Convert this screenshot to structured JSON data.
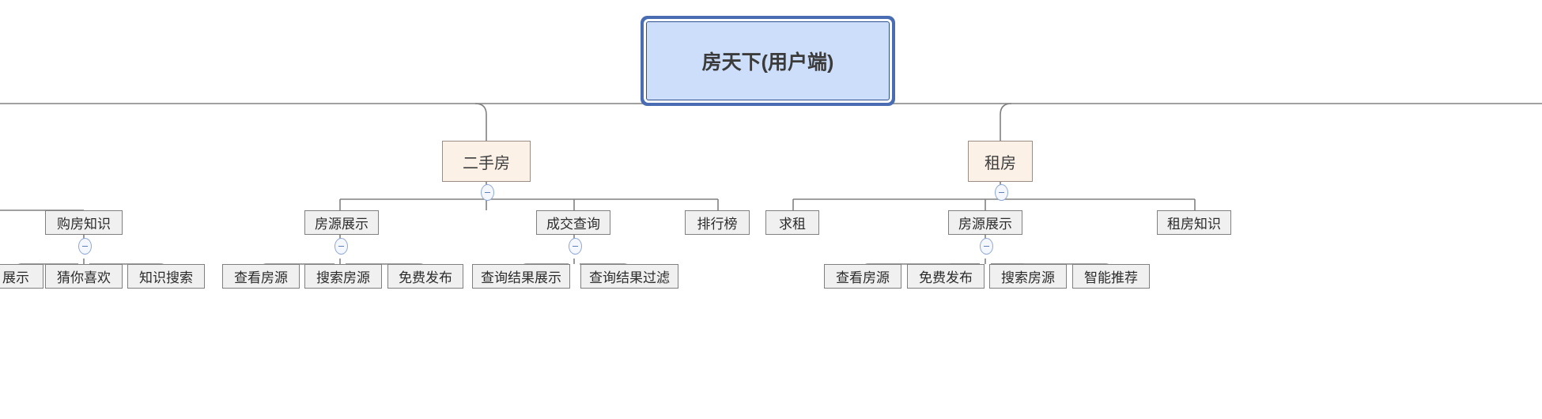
{
  "diagram": {
    "type": "mindmap-tree",
    "title": "房天下(用户端)",
    "orientation": "top-down",
    "background": "#ffffff",
    "colors": {
      "root_fill": "#cddefa",
      "root_border": "#4a6cb3",
      "category_fill": "#fcf1e7",
      "category_border": "#9a8d83",
      "node_fill": "#f0f0f0",
      "node_border": "#808080",
      "connector": "#808080",
      "toggle_border": "#8fa8d6",
      "toggle_fill": "#f4f7fd",
      "text": "#3a3a3a"
    }
  },
  "root": {
    "label": "房天下(用户端)"
  },
  "categories": [
    {
      "label": "二手房"
    },
    {
      "label": "租房"
    }
  ],
  "branches": [
    {
      "label": "购房知识"
    },
    {
      "label": "房源展示"
    },
    {
      "label": "成交查询"
    },
    {
      "label": "排行榜"
    },
    {
      "label": "求租"
    },
    {
      "label": "房源展示"
    },
    {
      "label": "租房知识"
    }
  ],
  "leaves": [
    {
      "label": "展示"
    },
    {
      "label": "猜你喜欢"
    },
    {
      "label": "知识搜索"
    },
    {
      "label": "查看房源"
    },
    {
      "label": "搜索房源"
    },
    {
      "label": "免费发布"
    },
    {
      "label": "查询结果展示"
    },
    {
      "label": "查询结果过滤"
    },
    {
      "label": "查看房源"
    },
    {
      "label": "免费发布"
    },
    {
      "label": "搜索房源"
    },
    {
      "label": "智能推荐"
    }
  ],
  "toggles": [
    {
      "name": "collapse-toggle-ershoufang",
      "state": "expanded",
      "glyph": "minus"
    },
    {
      "name": "collapse-toggle-zufang",
      "state": "expanded",
      "glyph": "minus"
    },
    {
      "name": "collapse-toggle-goufangzhishi",
      "state": "expanded",
      "glyph": "minus"
    },
    {
      "name": "collapse-toggle-fangyuanzhanshi-1",
      "state": "expanded",
      "glyph": "minus"
    },
    {
      "name": "collapse-toggle-chengjiaochaxun",
      "state": "expanded",
      "glyph": "minus"
    },
    {
      "name": "collapse-toggle-fangyuanzhanshi-2",
      "state": "expanded",
      "glyph": "minus"
    }
  ]
}
